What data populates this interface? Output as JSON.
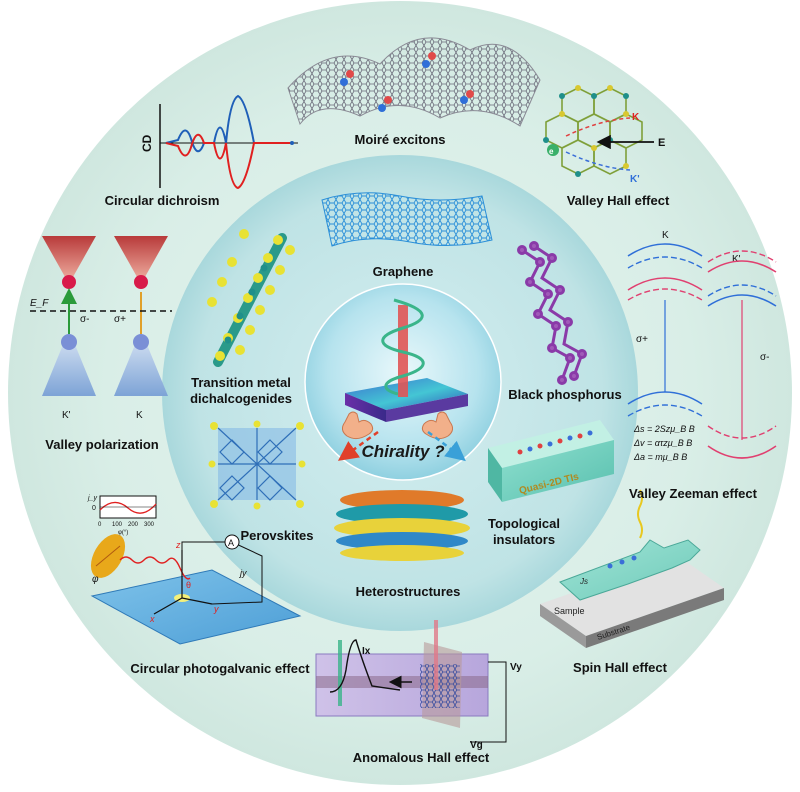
{
  "center": {
    "label": "Chirality ?"
  },
  "inner_ring": {
    "graphene": "Graphene",
    "black_phosphorus": "Black phosphorus",
    "topological_insulators": "Topological insulators",
    "topological_insulators_inset": "Quasi-2D TIs",
    "heterostructures": "Heterostructures",
    "perovskites": "Perovskites",
    "tmd": "Transition metal dichalcogenides"
  },
  "outer_ring": {
    "moire_excitons": "Moiré excitons",
    "valley_hall_effect": "Valley Hall effect",
    "valley_zeeman_effect": "Valley Zeeman effect",
    "spin_hall_effect": "Spin Hall effect",
    "anomalous_hall_effect": "Anomalous Hall effect",
    "circular_photogalvanic_effect": "Circular photogalvanic effect",
    "valley_polarization": "Valley polarization",
    "circular_dichroism": "Circular dichroism"
  },
  "panel_labels": {
    "cd_axis": "CD",
    "vhe_k": "K",
    "vhe_kprime": "K'",
    "vhe_e": "E",
    "vhe_electron": "e",
    "vz_k": "K",
    "vz_kprime": "K'",
    "vz_sigma_plus": "σ+",
    "vz_sigma_minus": "σ-",
    "vz_eq1": "Δs = 2Szμ_B B",
    "vz_eq2": "Δv = ατzμ_B B",
    "vz_eq3": "Δa = mμ_B B",
    "vp_ef": "E_F",
    "vp_sigma_minus": "σ-",
    "vp_sigma_plus": "σ+",
    "vp_kprime": "K'",
    "vp_k": "K",
    "sh_js": "Js",
    "sh_sample": "Sample",
    "sh_substrate": "Substrate",
    "ah_ix": "Ix",
    "ah_vy": "Vy",
    "ah_vg": "Vg",
    "cpge_phi": "φ",
    "cpge_theta": "θ",
    "cpge_jy": "jy",
    "cpge_a": "A",
    "cpge_x": "x",
    "cpge_y": "y",
    "cpge_z": "z",
    "cpge_inset_y": "j_y",
    "cpge_inset_x": "φ(°)",
    "cpge_inset_zero": "0",
    "cpge_ticks": [
      "0",
      "100",
      "200",
      "300"
    ]
  },
  "colors": {
    "outer_disc": "#d8ede7",
    "inner_disc": "#bfe3e6",
    "center_disc": "#a6dbe6",
    "graphene": "#2b8fd8",
    "black_phosphorus": "#a05ab8",
    "cd_red": "#e02020",
    "cd_blue": "#1f5fb8"
  }
}
